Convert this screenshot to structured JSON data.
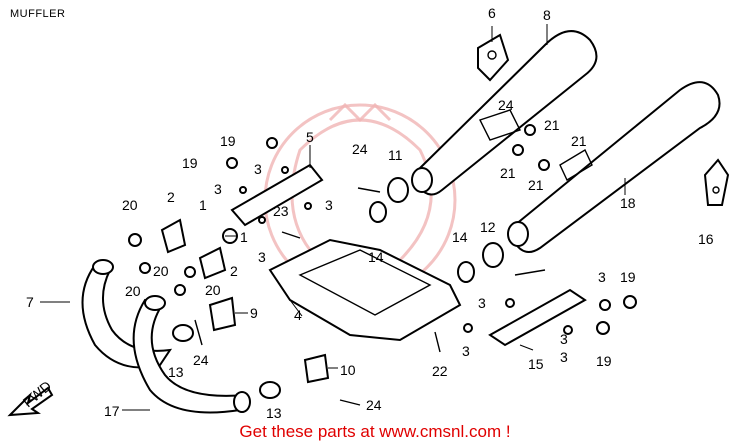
{
  "title": "MUFFLER",
  "footer": "Get these parts at www.cmsnl.com !",
  "fwd_label": "FWD",
  "callouts": [
    {
      "id": "c6",
      "label": "6"
    },
    {
      "id": "c8",
      "label": "8"
    },
    {
      "id": "c5",
      "label": "5"
    },
    {
      "id": "c19a",
      "label": "19"
    },
    {
      "id": "c19b",
      "label": "19"
    },
    {
      "id": "c3a",
      "label": "3"
    },
    {
      "id": "c3b",
      "label": "3"
    },
    {
      "id": "c24a",
      "label": "24"
    },
    {
      "id": "c11",
      "label": "11"
    },
    {
      "id": "c24b",
      "label": "24"
    },
    {
      "id": "c21a",
      "label": "21"
    },
    {
      "id": "c21b",
      "label": "21"
    },
    {
      "id": "c21c",
      "label": "21"
    },
    {
      "id": "c21d",
      "label": "21"
    },
    {
      "id": "c18",
      "label": "18"
    },
    {
      "id": "c16",
      "label": "16"
    },
    {
      "id": "c20a",
      "label": "20"
    },
    {
      "id": "c2a",
      "label": "2"
    },
    {
      "id": "c1a",
      "label": "1"
    },
    {
      "id": "c1b",
      "label": "1"
    },
    {
      "id": "c23",
      "label": "23"
    },
    {
      "id": "c3c",
      "label": "3"
    },
    {
      "id": "c3d",
      "label": "3"
    },
    {
      "id": "c14a",
      "label": "14"
    },
    {
      "id": "c14b",
      "label": "14"
    },
    {
      "id": "c12",
      "label": "12"
    },
    {
      "id": "c20b",
      "label": "20"
    },
    {
      "id": "c2b",
      "label": "2"
    },
    {
      "id": "c20c",
      "label": "20"
    },
    {
      "id": "c20d",
      "label": "20"
    },
    {
      "id": "c7",
      "label": "7"
    },
    {
      "id": "c9",
      "label": "9"
    },
    {
      "id": "c4",
      "label": "4"
    },
    {
      "id": "c3e",
      "label": "3"
    },
    {
      "id": "c3f",
      "label": "3"
    },
    {
      "id": "c19c",
      "label": "19"
    },
    {
      "id": "c3g",
      "label": "3"
    },
    {
      "id": "c13a",
      "label": "13"
    },
    {
      "id": "c24c",
      "label": "24"
    },
    {
      "id": "c3h",
      "label": "3"
    },
    {
      "id": "c22",
      "label": "22"
    },
    {
      "id": "c15",
      "label": "15"
    },
    {
      "id": "c3i",
      "label": "3"
    },
    {
      "id": "c19d",
      "label": "19"
    },
    {
      "id": "c10",
      "label": "10"
    },
    {
      "id": "c17",
      "label": "17"
    },
    {
      "id": "c24d",
      "label": "24"
    },
    {
      "id": "c13b",
      "label": "13"
    }
  ]
}
